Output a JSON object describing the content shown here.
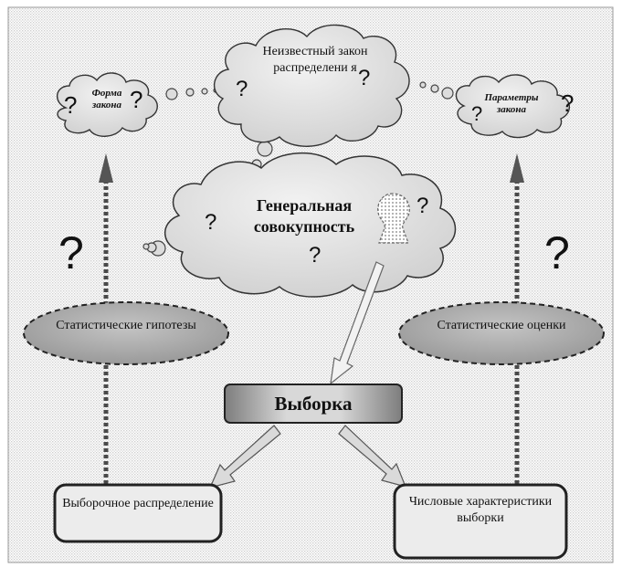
{
  "clouds": {
    "forma_zakona": "Форма закона",
    "unknown_law": "Неизвестный закон распределени я",
    "parametry_zakona": "Параметры закона",
    "general_population": "Генеральная совокупность"
  },
  "ellipses": {
    "stat_hypotheses": "Статистические гипотезы",
    "stat_estimates": "Статистические оценки"
  },
  "boxes": {
    "sample": "Выборка",
    "sampling_distribution": "Выборочное распределение",
    "numeric_characteristics": "Числовые характеристики выборки"
  },
  "question_mark": "?",
  "colors": {
    "cloud_fill": "#e2e2e2",
    "ellipse_fill": "#a9a9a9",
    "box_fill": "#e9e9e9",
    "sample_gradient_dark": "#7d7d7d",
    "background_hatch": "#d4d4d4"
  }
}
